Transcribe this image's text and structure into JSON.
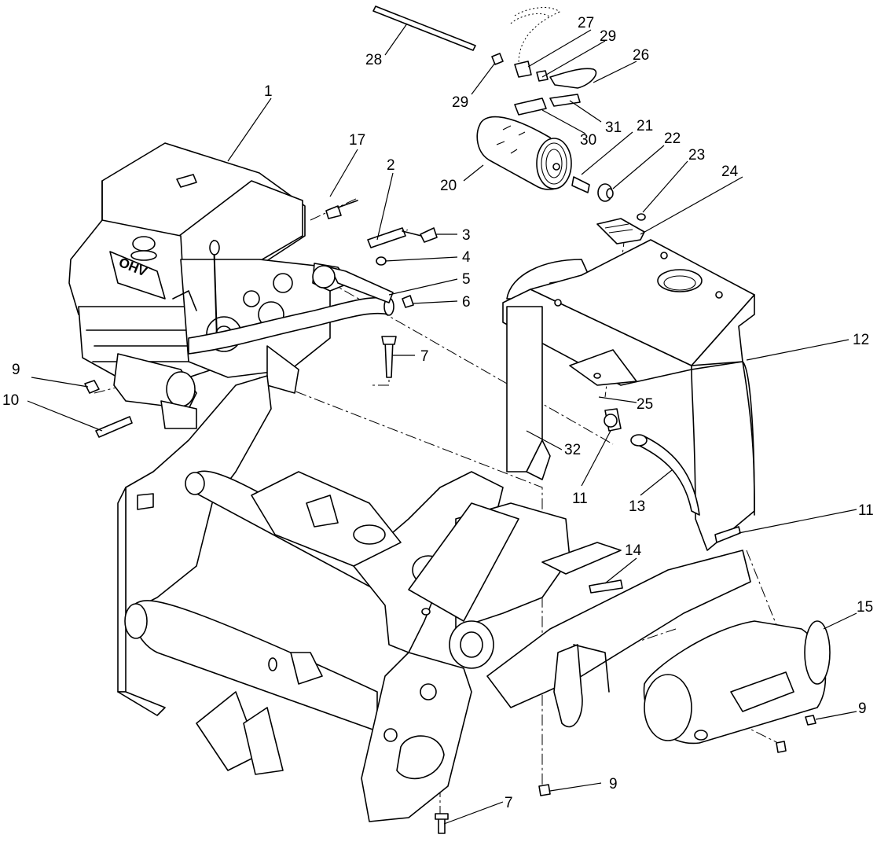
{
  "diagram": {
    "engine_marking": "OHV",
    "callouts": [
      {
        "id": "c1",
        "label": "1"
      },
      {
        "id": "c2",
        "label": "2"
      },
      {
        "id": "c3",
        "label": "3"
      },
      {
        "id": "c4",
        "label": "4"
      },
      {
        "id": "c5",
        "label": "5"
      },
      {
        "id": "c6",
        "label": "6"
      },
      {
        "id": "c7a",
        "label": "7"
      },
      {
        "id": "c7b",
        "label": "7"
      },
      {
        "id": "c9a",
        "label": "9"
      },
      {
        "id": "c9b",
        "label": "9"
      },
      {
        "id": "c9c",
        "label": "9"
      },
      {
        "id": "c10",
        "label": "10"
      },
      {
        "id": "c11a",
        "label": "11"
      },
      {
        "id": "c11b",
        "label": "11"
      },
      {
        "id": "c12",
        "label": "12"
      },
      {
        "id": "c13",
        "label": "13"
      },
      {
        "id": "c14",
        "label": "14"
      },
      {
        "id": "c15",
        "label": "15"
      },
      {
        "id": "c17",
        "label": "17"
      },
      {
        "id": "c20",
        "label": "20"
      },
      {
        "id": "c21",
        "label": "21"
      },
      {
        "id": "c22",
        "label": "22"
      },
      {
        "id": "c23",
        "label": "23"
      },
      {
        "id": "c24",
        "label": "24"
      },
      {
        "id": "c25",
        "label": "25"
      },
      {
        "id": "c26",
        "label": "26"
      },
      {
        "id": "c27",
        "label": "27"
      },
      {
        "id": "c28",
        "label": "28"
      },
      {
        "id": "c29a",
        "label": "29"
      },
      {
        "id": "c29b",
        "label": "29"
      },
      {
        "id": "c30",
        "label": "30"
      },
      {
        "id": "c31",
        "label": "31"
      },
      {
        "id": "c32",
        "label": "32"
      }
    ]
  }
}
